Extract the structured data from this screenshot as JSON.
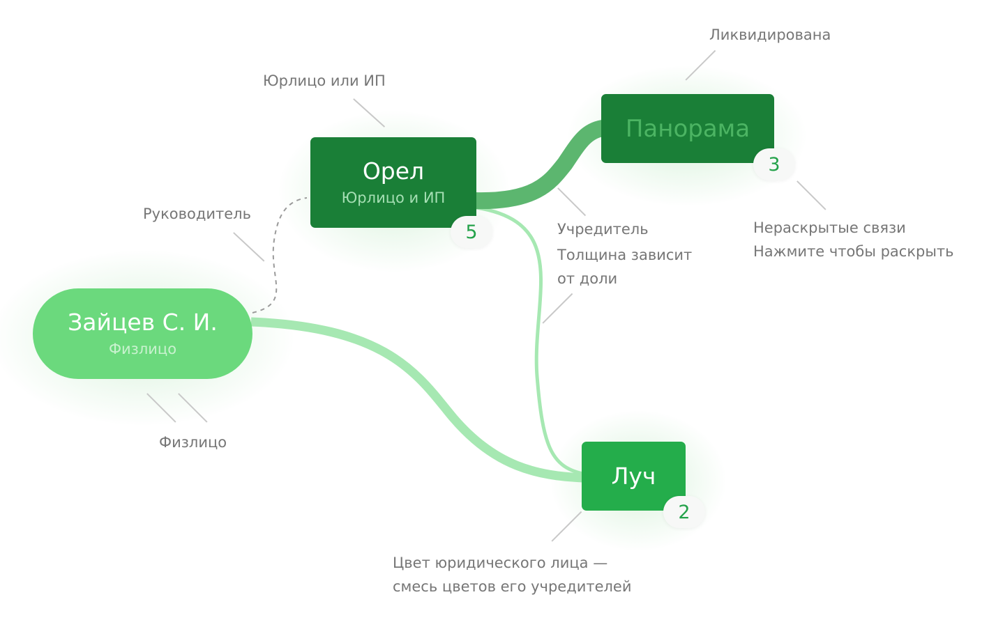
{
  "nodes": {
    "zaitsev": {
      "title": "Зайцев С. И.",
      "subtitle": "Физлицо"
    },
    "orel": {
      "title": "Орел",
      "subtitle": "Юрлицо и ИП",
      "badge": "5"
    },
    "panorama": {
      "title": "Панорама",
      "badge": "3"
    },
    "luch": {
      "title": "Луч",
      "badge": "2"
    }
  },
  "labels": {
    "legal_entity": "Юрлицо или ИП",
    "liquidated": "Ликвидирована",
    "director": "Руководитель",
    "founder": "Учредитель",
    "thickness_1": "Толщина зависит",
    "thickness_2": "от доли",
    "unrevealed_1": "Нераскрытые связи",
    "unrevealed_2": "Нажмите чтобы раскрыть",
    "individual": "Физлицо",
    "color_1": "Цвет юридического лица —",
    "color_2": "смесь цветов его учредителей"
  },
  "colors": {
    "individual": "#6bd97d",
    "legal_entity": "#1a7f37",
    "mixed_entity": "#24ad4b",
    "link_orel_panorama": "#5cb66f",
    "link_light": "#a6e8b2",
    "badge_text": "#24a24a",
    "label_text": "#767676",
    "pointer_line": "#c8c8c8"
  }
}
